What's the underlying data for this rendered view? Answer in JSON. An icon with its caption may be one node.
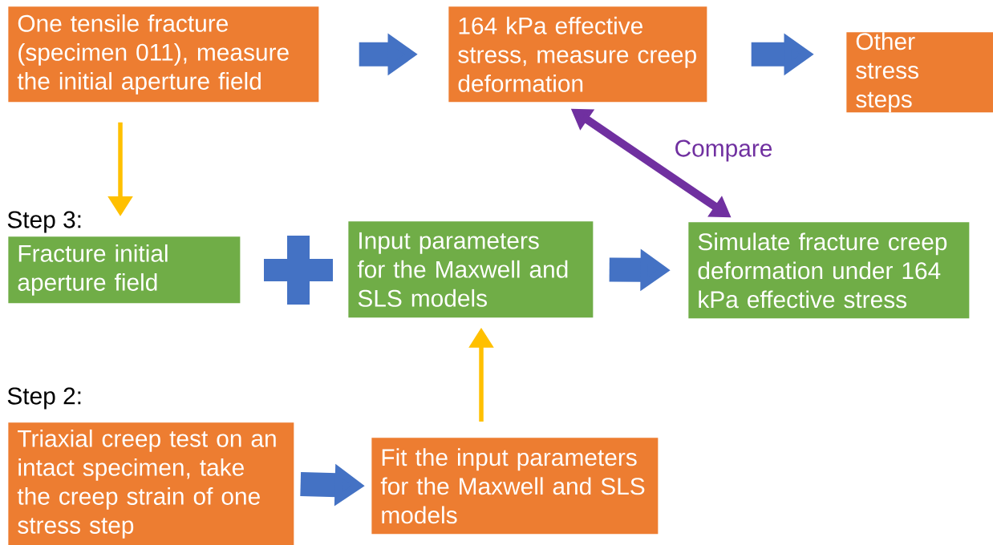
{
  "diagram": {
    "nodes": [
      {
        "text": [
          "One tensile fracture (specimen 011), measure the initial aperture field"
        ]
      },
      {
        "text": [
          "164 kPa effective stress, measure creep deformation"
        ]
      },
      {
        "text": [
          "Other stress steps"
        ]
      },
      {
        "text": [
          "Fracture initial aperture field"
        ],
        "beside": [
          "Step 3:"
        ]
      },
      {
        "text": [
          "Input parameters for the Maxwell and SLS models"
        ]
      },
      {
        "text": [
          "Simulate fracture creep deformation under 164 kPa effective stress"
        ]
      },
      {
        "text": [
          "Triaxial creep test on an intact specimen, take the creep strain of one stress step"
        ],
        "beside": [
          "Step 2:"
        ]
      },
      {
        "text": [
          "Fit the input parameters for the Maxwell and SLS models"
        ]
      },
      {
        "text": [],
        "shape": "plus"
      }
    ],
    "edges": [
      {
        "from": 0,
        "to": 1,
        "arrow": "to"
      },
      {
        "from": 1,
        "to": 2,
        "arrow": "to"
      },
      {
        "from": 0,
        "to": 3,
        "arrow": "to",
        "color": "#ffc000"
      },
      {
        "from": 4,
        "to": 5,
        "arrow": "to"
      },
      {
        "from": 5,
        "to": 1,
        "arrow": "both",
        "label": "Compare",
        "color": "#7030a0"
      },
      {
        "from": 7,
        "to": 4,
        "arrow": "to",
        "color": "#ffc000"
      },
      {
        "from": 6,
        "to": 7,
        "arrow": "to"
      }
    ]
  }
}
